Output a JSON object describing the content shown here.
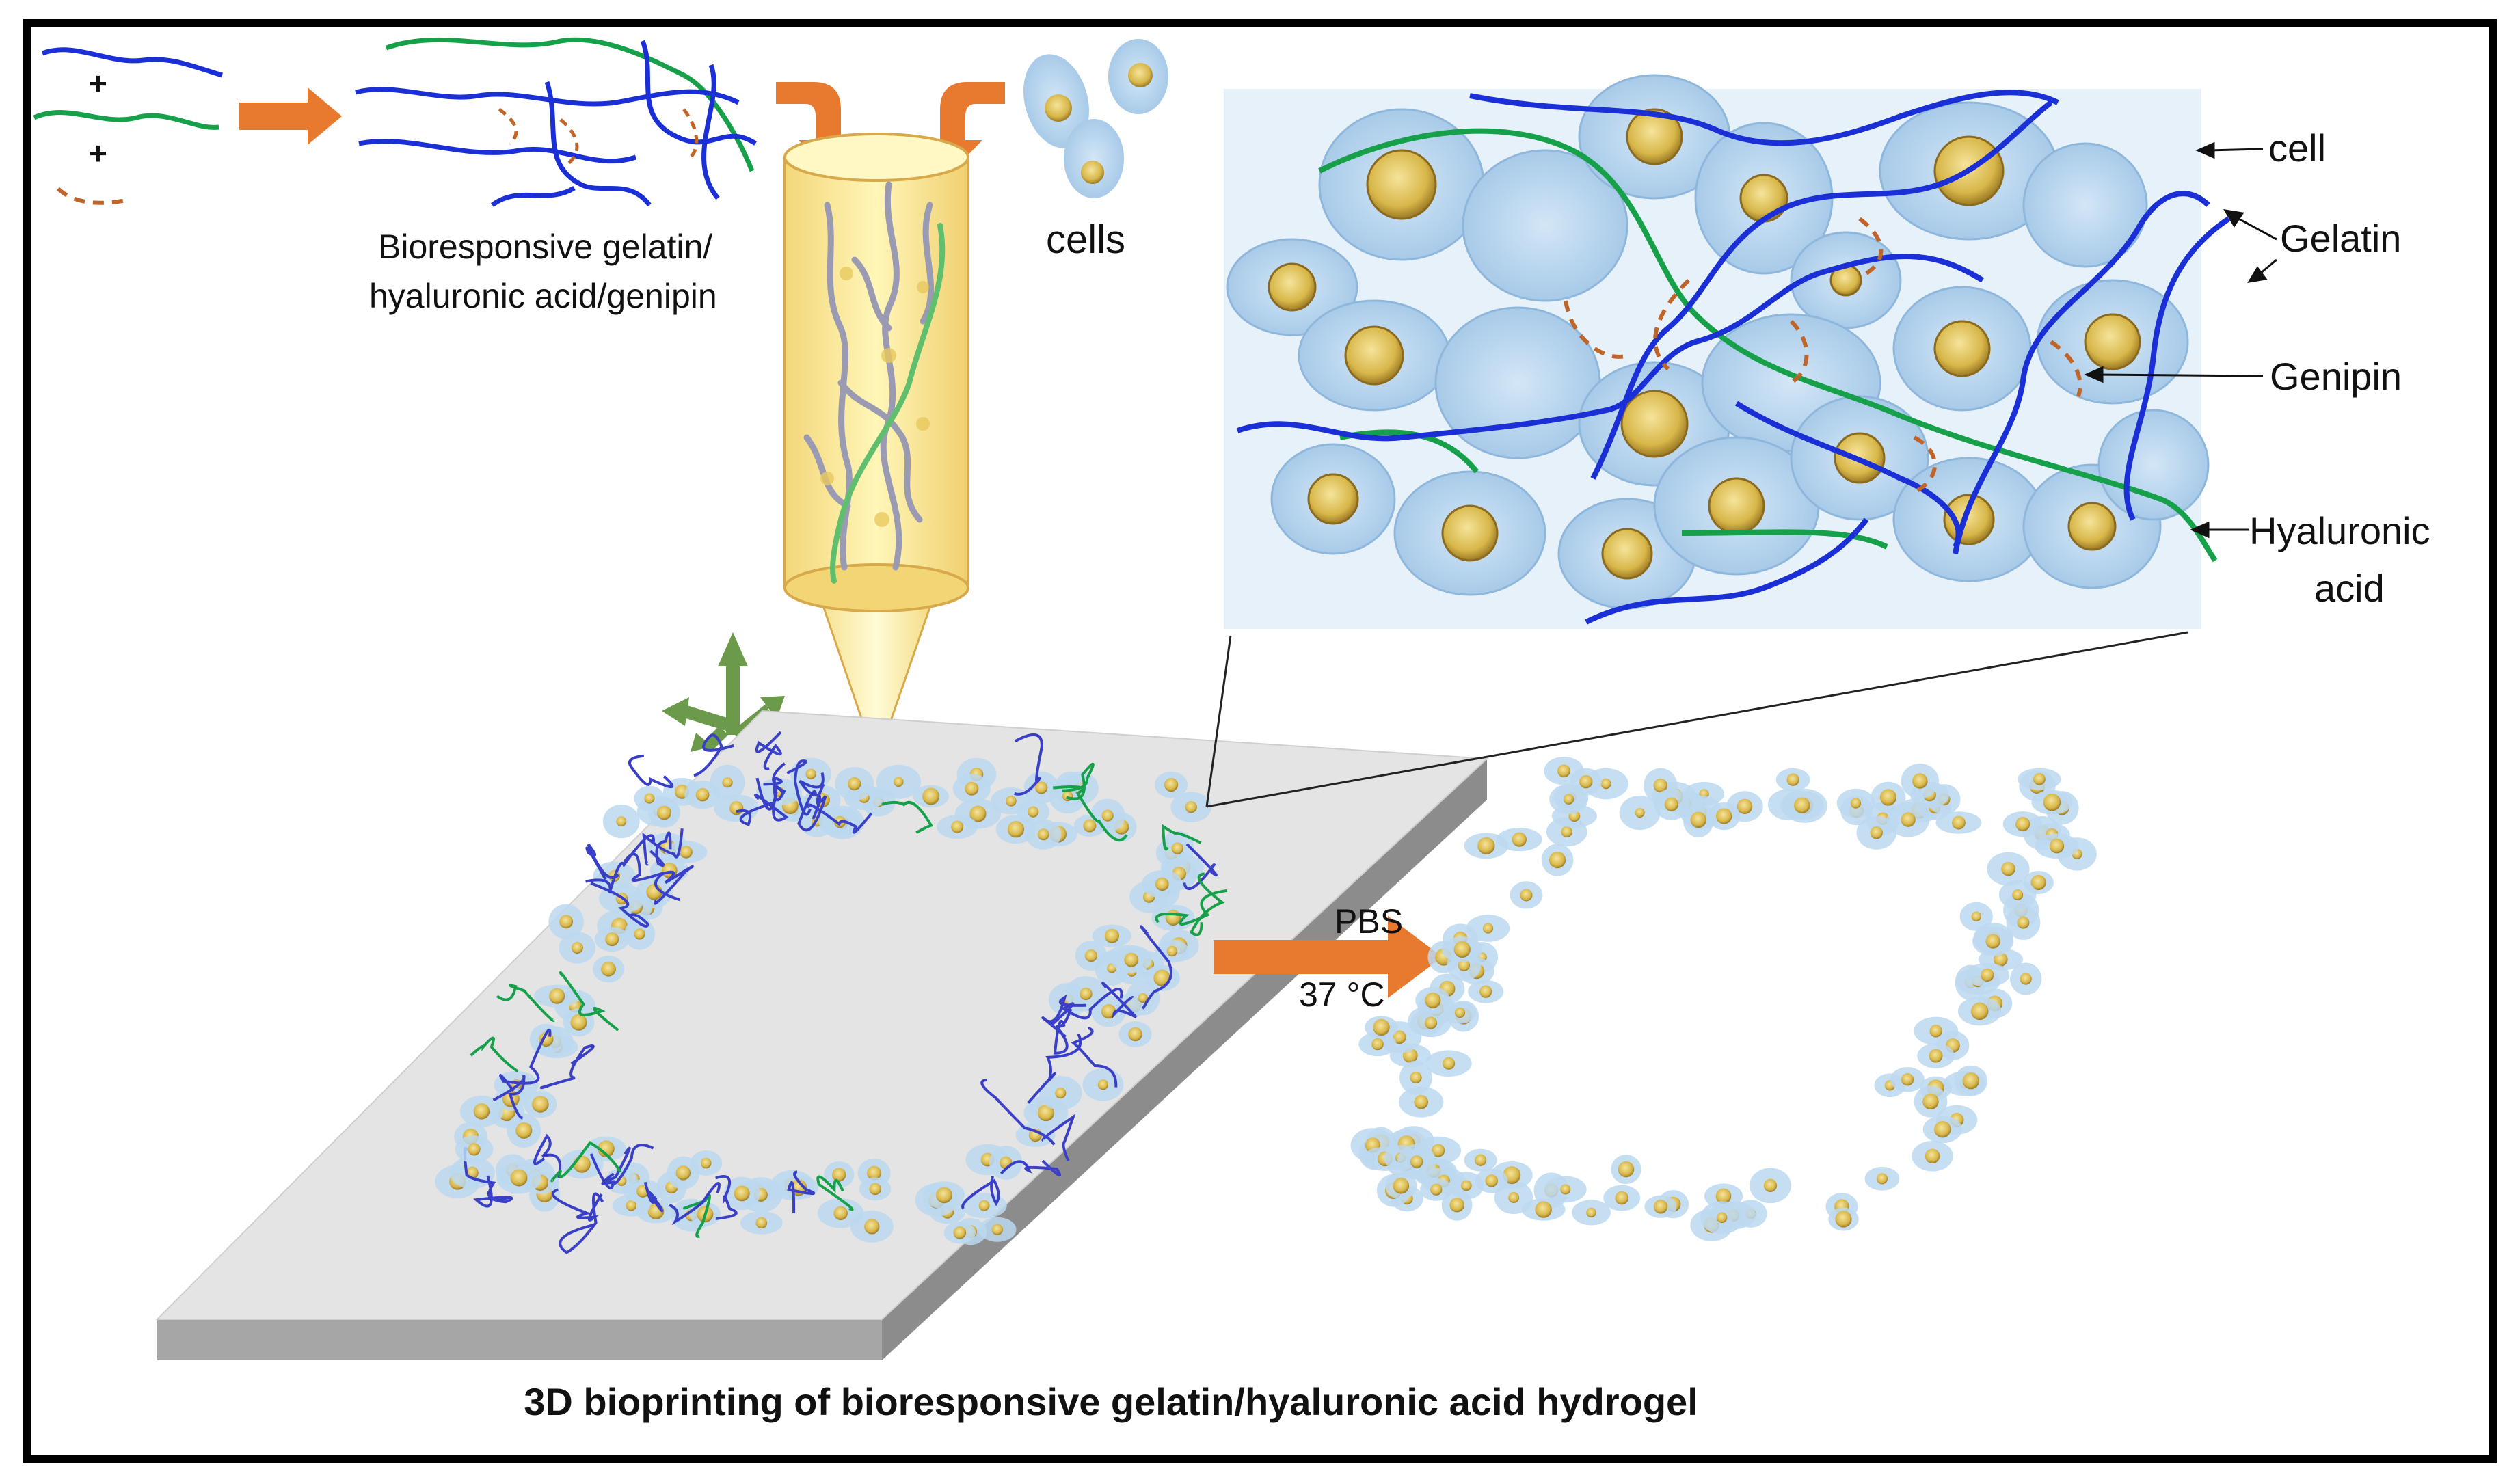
{
  "figure": {
    "caption": "3D bioprinting of bioresponsive gelatin/hyaluronic acid hydrogel",
    "mixture_label_line1": "Bioresponsive  gelatin/",
    "mixture_label_line2": "hyaluronic acid/genipin",
    "plus_sign": "+",
    "cells_label": "cells",
    "transfer_condition_top": "PBS",
    "transfer_condition_bottom": "37 °C",
    "zoom_labels": {
      "cell": "cell",
      "gelatin": "Gelatin",
      "genipin": "Genipin",
      "hyaluronic_line1": "Hyaluronic",
      "hyaluronic_line2": "acid"
    },
    "colors": {
      "gelatin": "#1a2fd6",
      "hyaluronic_acid": "#16a04a",
      "genipin": "#c0652a",
      "cell_body": "#b9d7ef",
      "nucleus": "#d8b74a",
      "arrow": "#e87a2f",
      "cartridge": "#fbf0a4",
      "platform": "#e6e6e6",
      "axes": "#6a9a4a"
    }
  }
}
